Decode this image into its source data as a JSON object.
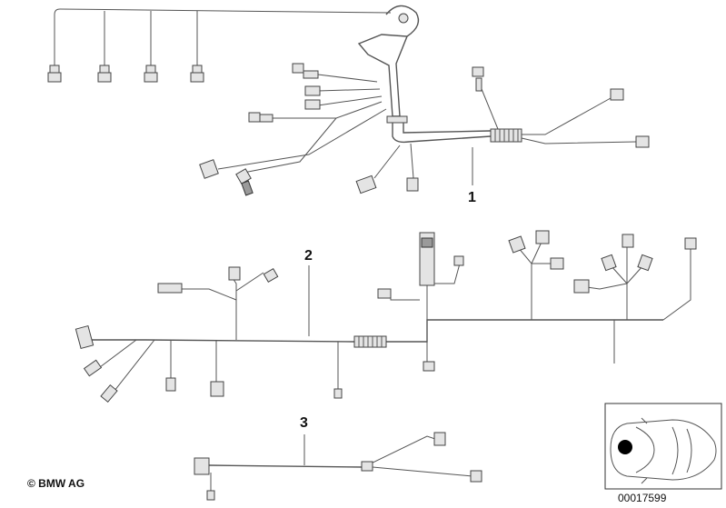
{
  "parts": [
    {
      "number": "1"
    },
    {
      "number": "2"
    },
    {
      "number": "3"
    }
  ],
  "copyright": "© BMW AG",
  "image_code": "00017599"
}
